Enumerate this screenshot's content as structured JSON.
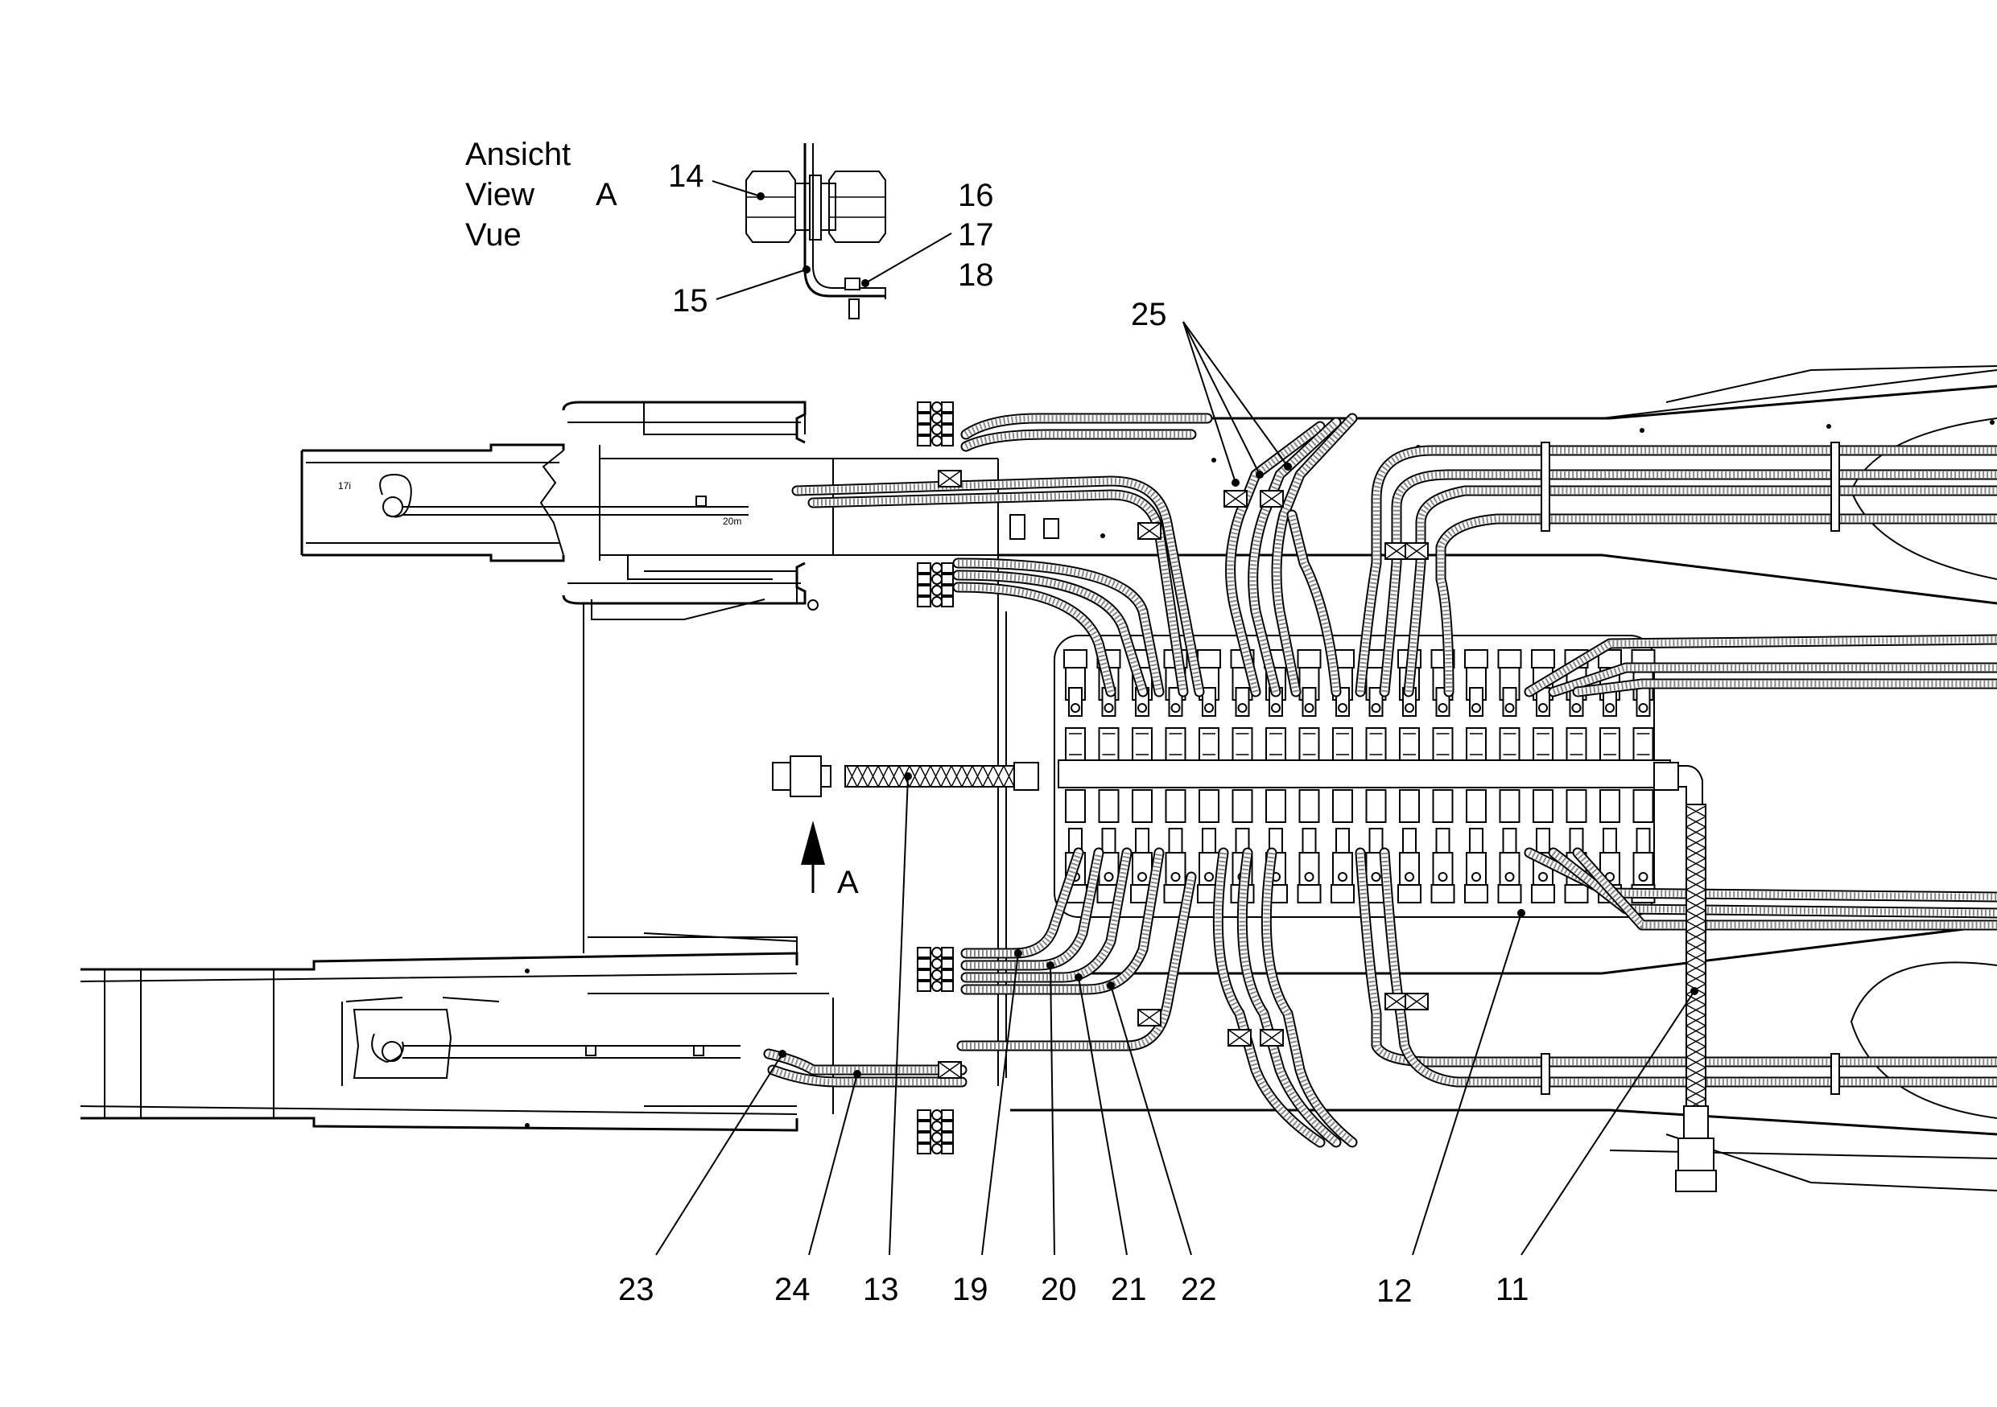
{
  "view": {
    "line1": "Ansicht",
    "line2": "View",
    "line3": "Vue",
    "letter": "A",
    "arrow_letter": "A"
  },
  "callouts": {
    "c11": "11",
    "c12": "12",
    "c13": "13",
    "c14": "14",
    "c15": "15",
    "c16": "16",
    "c17": "17",
    "c18": "18",
    "c19": "19",
    "c20": "20",
    "c21": "21",
    "c22": "22",
    "c23": "23",
    "c24": "24",
    "c25": "25"
  },
  "small_marks": {
    "m1": "17i",
    "m2": "20m"
  }
}
